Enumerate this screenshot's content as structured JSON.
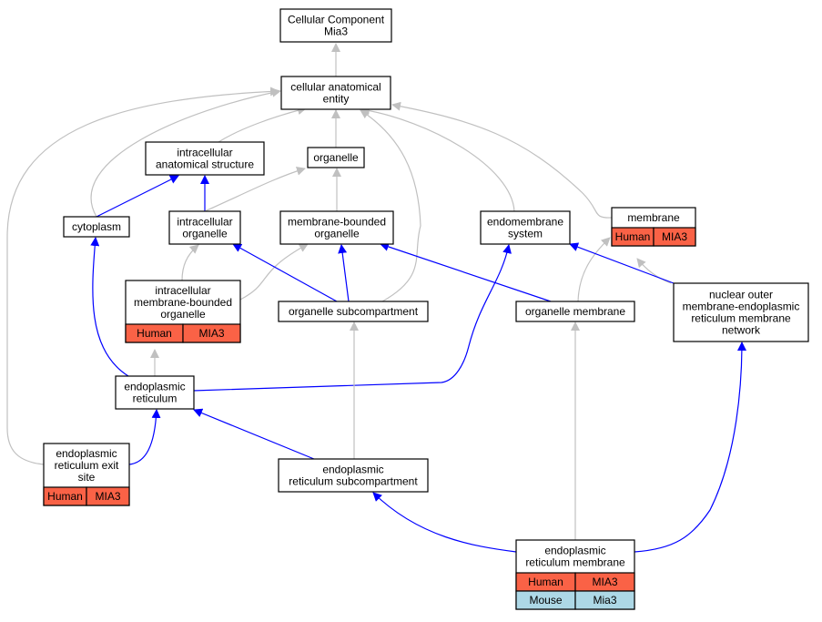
{
  "colors": {
    "gray_edge": "#c0c0c0",
    "blue_edge": "#0000ff",
    "human_cell": "#fa6246",
    "mouse_cell": "#add8e6",
    "border": "#000000"
  },
  "nodes": {
    "cc_mia3": {
      "lines": [
        "Cellular Component",
        "Mia3"
      ]
    },
    "cae": {
      "lines": [
        "cellular anatomical",
        "entity"
      ]
    },
    "ias": {
      "lines": [
        "intracellular",
        "anatomical structure"
      ]
    },
    "organelle": {
      "lines": [
        "organelle"
      ]
    },
    "cytoplasm": {
      "lines": [
        "cytoplasm"
      ]
    },
    "io": {
      "lines": [
        "intracellular",
        "organelle"
      ]
    },
    "mbo": {
      "lines": [
        "membrane-bounded",
        "organelle"
      ]
    },
    "endo_sys": {
      "lines": [
        "endomembrane",
        "system"
      ]
    },
    "membrane": {
      "lines": [
        "membrane"
      ],
      "rows": [
        [
          "Human",
          "MIA3"
        ]
      ]
    },
    "imbo": {
      "lines": [
        "intracellular",
        "membrane-bounded",
        "organelle"
      ],
      "rows": [
        [
          "Human",
          "MIA3"
        ]
      ]
    },
    "org_sub": {
      "lines": [
        "organelle subcompartment"
      ]
    },
    "org_mem": {
      "lines": [
        "organelle membrane"
      ]
    },
    "nuclear": {
      "lines": [
        "nuclear outer",
        "membrane-endoplasmic",
        "reticulum membrane",
        "network"
      ]
    },
    "er": {
      "lines": [
        "endoplasmic",
        "reticulum"
      ]
    },
    "er_exit": {
      "lines": [
        "endoplasmic",
        "reticulum exit",
        "site"
      ],
      "rows": [
        [
          "Human",
          "MIA3"
        ]
      ]
    },
    "er_sub": {
      "lines": [
        "endoplasmic",
        "reticulum subcompartment"
      ]
    },
    "er_mem": {
      "lines": [
        "endoplasmic",
        "reticulum membrane"
      ],
      "rows": [
        [
          "Human",
          "MIA3"
        ],
        [
          "Mouse",
          "Mia3"
        ]
      ]
    }
  },
  "edges": [
    {
      "from": "cae",
      "to": "cc_mia3",
      "kind": "is_a"
    },
    {
      "from": "ias",
      "to": "cae",
      "kind": "is_a"
    },
    {
      "from": "organelle",
      "to": "cae",
      "kind": "is_a"
    },
    {
      "from": "cytoplasm",
      "to": "cae",
      "kind": "is_a"
    },
    {
      "from": "endo_sys",
      "to": "cae",
      "kind": "is_a"
    },
    {
      "from": "membrane",
      "to": "cae",
      "kind": "is_a"
    },
    {
      "from": "org_sub",
      "to": "cae",
      "kind": "is_a"
    },
    {
      "from": "er_exit",
      "to": "cae",
      "kind": "is_a"
    },
    {
      "from": "cytoplasm",
      "to": "ias",
      "kind": "part_of"
    },
    {
      "from": "io",
      "to": "ias",
      "kind": "part_of"
    },
    {
      "from": "io",
      "to": "organelle",
      "kind": "is_a"
    },
    {
      "from": "mbo",
      "to": "organelle",
      "kind": "is_a"
    },
    {
      "from": "imbo",
      "to": "io",
      "kind": "is_a"
    },
    {
      "from": "imbo",
      "to": "mbo",
      "kind": "is_a"
    },
    {
      "from": "org_sub",
      "to": "io",
      "kind": "part_of"
    },
    {
      "from": "org_sub",
      "to": "mbo",
      "kind": "part_of"
    },
    {
      "from": "org_mem",
      "to": "mbo",
      "kind": "part_of"
    },
    {
      "from": "org_mem",
      "to": "membrane",
      "kind": "is_a"
    },
    {
      "from": "nuclear",
      "to": "membrane",
      "kind": "is_a"
    },
    {
      "from": "nuclear",
      "to": "endo_sys",
      "kind": "part_of"
    },
    {
      "from": "er",
      "to": "imbo",
      "kind": "is_a"
    },
    {
      "from": "er",
      "to": "cytoplasm",
      "kind": "part_of"
    },
    {
      "from": "er",
      "to": "endo_sys",
      "kind": "part_of"
    },
    {
      "from": "er_exit",
      "to": "er",
      "kind": "part_of"
    },
    {
      "from": "er_sub",
      "to": "er",
      "kind": "part_of"
    },
    {
      "from": "er_sub",
      "to": "org_sub",
      "kind": "is_a"
    },
    {
      "from": "er_mem",
      "to": "org_mem",
      "kind": "is_a"
    },
    {
      "from": "er_mem",
      "to": "er_sub",
      "kind": "part_of"
    },
    {
      "from": "er_mem",
      "to": "nuclear",
      "kind": "part_of"
    }
  ]
}
